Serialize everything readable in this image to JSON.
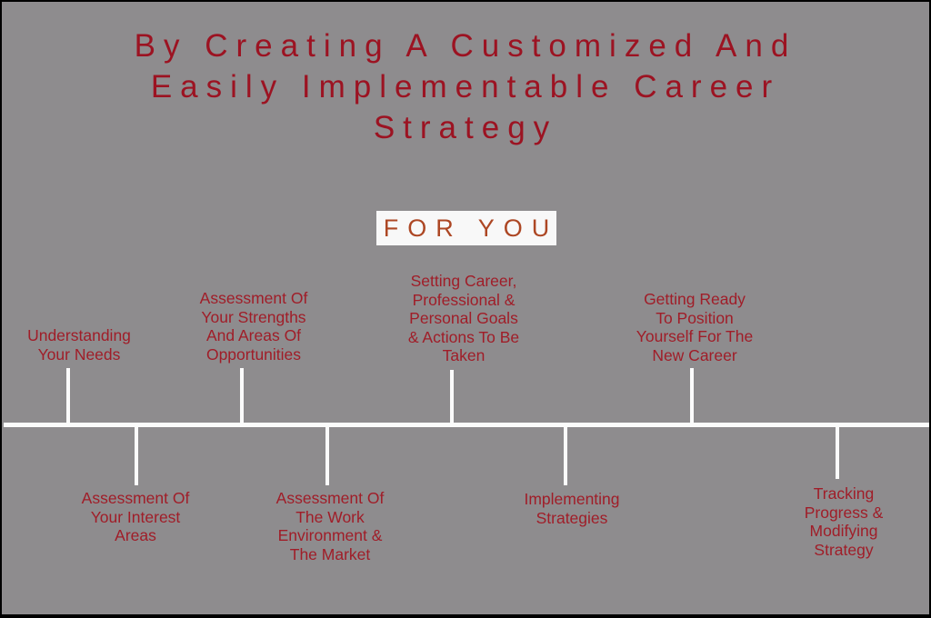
{
  "page": {
    "background_color": "#8E8C8E",
    "border_color": "#000000"
  },
  "title": {
    "text": "By Creating A Customized And\nEasily Implementable Career\nStrategy",
    "color": "#9C1322"
  },
  "highlight": {
    "text": "FOR YOU",
    "text_color": "#AD4724",
    "background_color": "#F8F8F8"
  },
  "timeline": {
    "line_color": "#FBFBFB",
    "label_color": "#A01D28",
    "above": [
      {
        "label": "Understanding\nYour Needs"
      },
      {
        "label": "Assessment Of\nYour Strengths\nAnd Areas Of\nOpportunities"
      },
      {
        "label": "Setting Career,\nProfessional &\nPersonal Goals\n& Actions To Be\nTaken"
      },
      {
        "label": "Getting Ready\nTo Position\nYourself For The\nNew Career"
      }
    ],
    "below": [
      {
        "label": "Assessment Of\nYour Interest\nAreas"
      },
      {
        "label": "Assessment Of\nThe Work\nEnvironment &\nThe Market"
      },
      {
        "label": "Implementing\nStrategies"
      },
      {
        "label": "Tracking\nProgress &\nModifying\nStrategy"
      }
    ]
  }
}
